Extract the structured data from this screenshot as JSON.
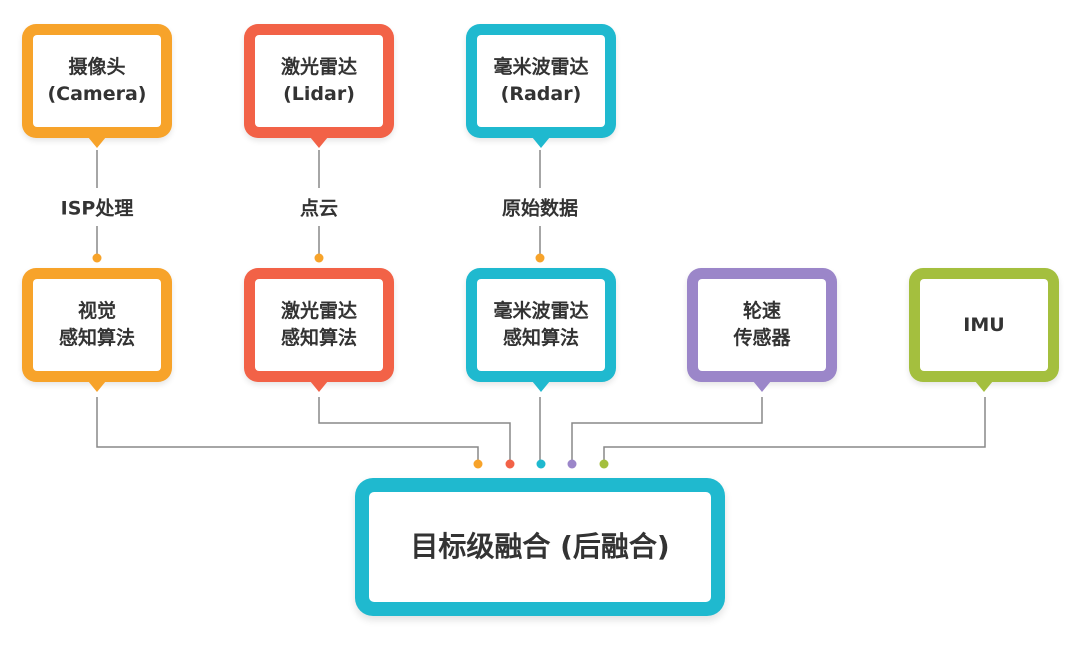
{
  "sources": [
    {
      "lines": [
        "摄像头",
        "(Camera)"
      ],
      "color": "#f7a32a"
    },
    {
      "lines": [
        "激光雷达",
        "(Lidar)"
      ],
      "color": "#f26247"
    },
    {
      "lines": [
        "毫米波雷达",
        "(Radar)"
      ],
      "color": "#1fb9cf"
    }
  ],
  "steps": [
    "ISP处理",
    "点云",
    "原始数据"
  ],
  "algorithms": [
    {
      "lines": [
        "视觉",
        "感知算法"
      ],
      "color": "#f7a32a"
    },
    {
      "lines": [
        "激光雷达",
        "感知算法"
      ],
      "color": "#f26247"
    },
    {
      "lines": [
        "毫米波雷达",
        "感知算法"
      ],
      "color": "#1fb9cf"
    },
    {
      "lines": [
        "轮速",
        "传感器"
      ],
      "color": "#9b86c9"
    },
    {
      "lines": [
        "IMU"
      ],
      "color": "#a4bf3e"
    }
  ],
  "fusion": {
    "lines": [
      "目标级融合",
      "(后融合)"
    ],
    "color": "#1fb9cf"
  },
  "connector_color": "#888888"
}
